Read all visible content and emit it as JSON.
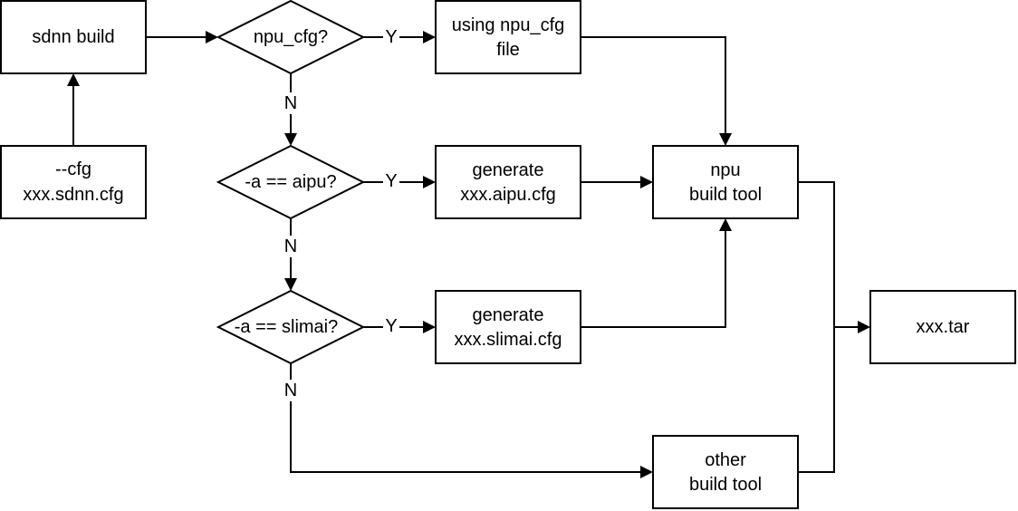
{
  "diagram": {
    "nodes": {
      "sdnn_build": {
        "lines": [
          "sdnn build"
        ]
      },
      "cfg_option": {
        "lines": [
          "--cfg",
          "xxx.sdnn.cfg"
        ]
      },
      "npu_cfg_decision": {
        "lines": [
          "npu_cfg?"
        ]
      },
      "aipu_decision": {
        "lines": [
          "-a == aipu?"
        ]
      },
      "slimai_decision": {
        "lines": [
          "-a == slimai?"
        ]
      },
      "using_npu_cfg_file": {
        "lines": [
          "using npu_cfg",
          "file"
        ]
      },
      "generate_aipu_cfg": {
        "lines": [
          "generate",
          "xxx.aipu.cfg"
        ]
      },
      "generate_slimai_cfg": {
        "lines": [
          "generate",
          "xxx.slimai.cfg"
        ]
      },
      "npu_build_tool": {
        "lines": [
          "npu",
          "build tool"
        ]
      },
      "other_build_tool": {
        "lines": [
          "other",
          "build tool"
        ]
      },
      "output_tar": {
        "lines": [
          "xxx.tar"
        ]
      }
    },
    "edge_labels": {
      "yes": "Y",
      "no": "N"
    }
  }
}
